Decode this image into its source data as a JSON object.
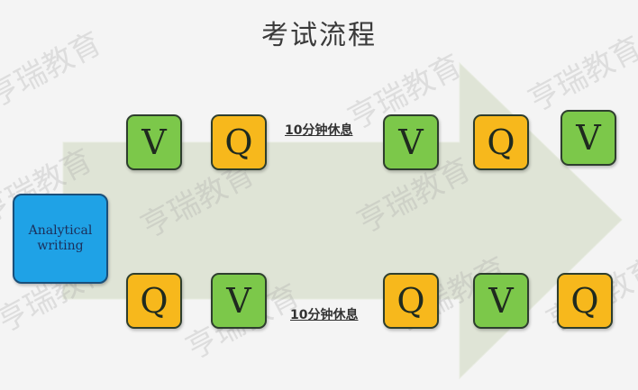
{
  "title": "考试流程",
  "start_box": "Analytical writing",
  "break_label": "10分钟休息",
  "watermark": "亨瑞教育",
  "top_row": [
    "V",
    "Q",
    "V",
    "Q",
    "V"
  ],
  "bottom_row": [
    "Q",
    "V",
    "Q",
    "V",
    "Q"
  ],
  "colors": {
    "V": "#7cc84a",
    "Q": "#f7b81c",
    "analytical": "#1fa2e6",
    "arrow": "#dfe4d6"
  }
}
